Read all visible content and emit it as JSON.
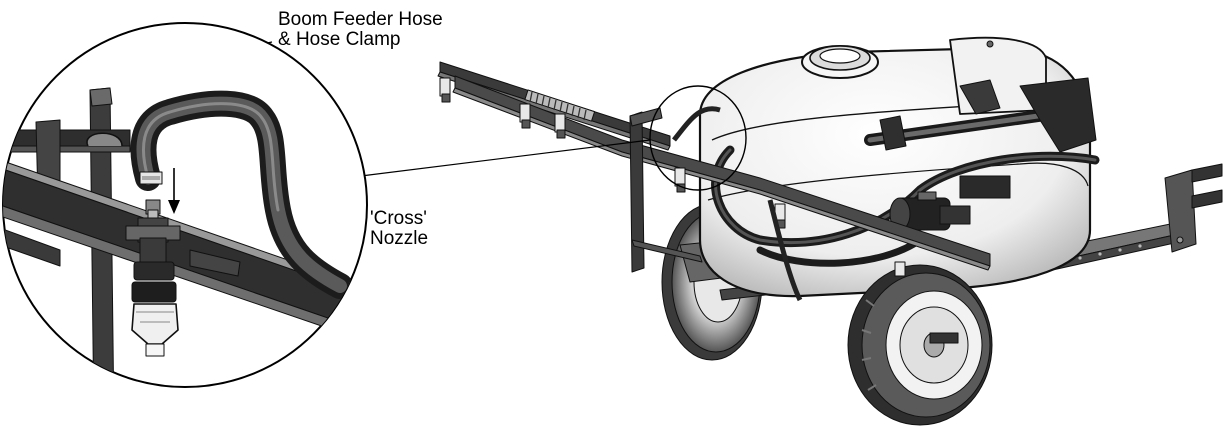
{
  "callouts": {
    "hose": {
      "line1": "Boom Feeder Hose",
      "line2": "& Hose Clamp"
    },
    "nozzle": {
      "line1": "'Cross'",
      "line2": "Nozzle"
    }
  }
}
